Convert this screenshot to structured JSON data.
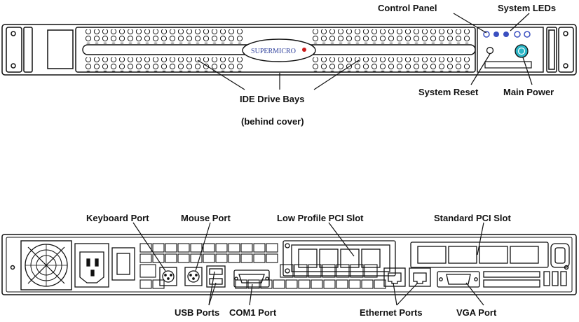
{
  "front_view": {
    "logo_text": "SUPERMICRO",
    "labels": {
      "control_panel": "Control Panel",
      "system_leds": "System LEDs",
      "ide_drive_bays": "IDE Drive Bays",
      "behind_cover": "(behind cover)",
      "system_reset": "System Reset",
      "main_power": "Main Power"
    }
  },
  "rear_view": {
    "labels": {
      "keyboard_port": "Keyboard Port",
      "mouse_port": "Mouse Port",
      "low_profile_pci_slot": "Low Profile PCI Slot",
      "standard_pci_slot": "Standard PCI Slot",
      "usb_ports": "USB Ports",
      "com1_port": "COM1 Port",
      "ethernet_ports": "Ethernet Ports",
      "vga_port": "VGA Port"
    }
  },
  "colors": {
    "line": "#111111",
    "led_blue": "#3a4fc0",
    "power_button": "#2bb6c6",
    "logo_red": "#cc1a1a",
    "logo_blue": "#2a3c9a"
  }
}
